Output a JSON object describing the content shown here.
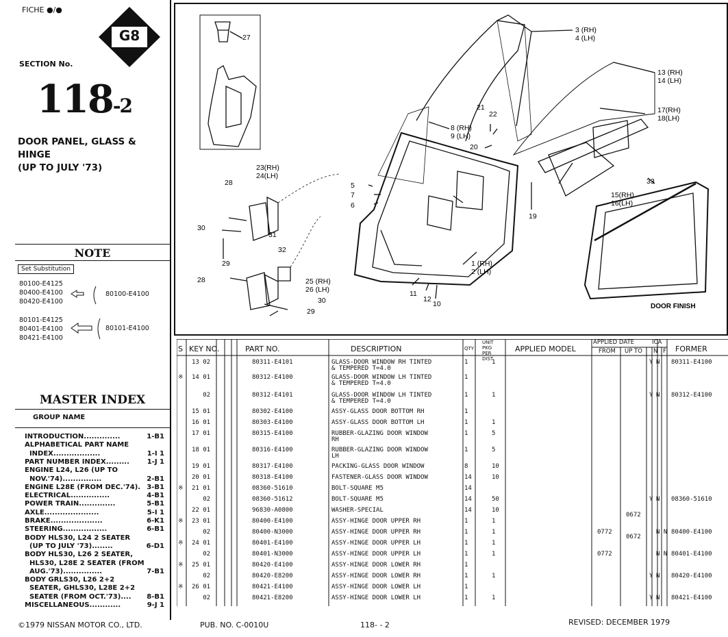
{
  "header": {
    "fiche": "FICHE ●/●",
    "badge": "G8",
    "section_label": "SECTION No.",
    "section_number": "118",
    "section_suffix": "-2",
    "title_lines": [
      "DOOR PANEL, GLASS &",
      "HINGE",
      "(UP TO JULY '73)"
    ]
  },
  "note": {
    "title": "NOTE",
    "set_substitution": "Set Substitution",
    "group1": [
      "80100-E4125",
      "80400-E4100",
      "80420-E4100"
    ],
    "group1_target": "80100-E4100",
    "group2": [
      "80101-E4125",
      "80401-E4100",
      "80421-E4100"
    ],
    "group2_target": "80101-E4100"
  },
  "master_index": {
    "title": "MASTER INDEX",
    "group_name": "GROUP NAME",
    "items": [
      {
        "label": "INTRODUCTION..............",
        "page": "1-B1"
      },
      {
        "label": "ALPHABETICAL PART NAME",
        "page": ""
      },
      {
        "label": "  INDEX..................",
        "page": "1-I 1"
      },
      {
        "label": "PART NUMBER INDEX.........",
        "page": "1-J 1"
      },
      {
        "label": "ENGINE L24, L26 (UP TO",
        "page": ""
      },
      {
        "label": "  NOV.'74)...............",
        "page": "2-B1"
      },
      {
        "label": "ENGINE L28E (FROM DEC.'74).",
        "page": "3-B1"
      },
      {
        "label": "ELECTRICAL...............",
        "page": "4-B1"
      },
      {
        "label": "POWER TRAIN..............",
        "page": "5-B1"
      },
      {
        "label": "AXLE.....................",
        "page": "5-I 1"
      },
      {
        "label": "BRAKE....................",
        "page": "6-K1"
      },
      {
        "label": "STEERING.................",
        "page": "6-B1"
      },
      {
        "label": "BODY HLS30, L24 2 SEATER",
        "page": ""
      },
      {
        "label": "  (UP TO JULY '73)........",
        "page": "6-D1"
      },
      {
        "label": "BODY HLS30, L26 2 SEATER,",
        "page": ""
      },
      {
        "label": "  HLS30, L28E 2 SEATER (FROM",
        "page": ""
      },
      {
        "label": "  AUG.'73)...............",
        "page": "7-B1"
      },
      {
        "label": "BODY GRLS30, L26 2+2",
        "page": ""
      },
      {
        "label": "  SEATER, GHLS30, L28E 2+2",
        "page": ""
      },
      {
        "label": "  SEATER (FROM OCT.'73)....",
        "page": "8-B1"
      },
      {
        "label": "MISCELLANEOUS............",
        "page": "9-J 1"
      }
    ]
  },
  "diagram": {
    "callouts": [
      "27",
      "3 (RH)",
      "4 (LH)",
      "13 (RH)",
      "14 (LH)",
      "21",
      "22",
      "17(RH)",
      "18(LH)",
      "8 (RH)",
      "9 (LH)",
      "20",
      "23(RH)",
      "24(LH)",
      "28",
      "5",
      "7",
      "6",
      "19",
      "15(RH)",
      "16(LH)",
      "33",
      "30",
      "31",
      "29",
      "32",
      "1 (RH)",
      "2 (LH)",
      "28",
      "25 (RH)",
      "26 (LH)",
      "30",
      "29",
      "11",
      "12",
      "10"
    ],
    "door_finish": "DOOR FINISH"
  },
  "table": {
    "headers": {
      "s": "S",
      "key_no": "KEY NO.",
      "part_no": "PART  NO.",
      "description": "DESCRIPTION",
      "qty": "QTY",
      "unit_pkg": "UNIT PKG",
      "per_dist": "PER DIST",
      "applied_model": "APPLIED MODEL",
      "applied_date": "APPLIED DATE",
      "from": "FROM",
      "up_to": "UP TO",
      "ica": "ICA",
      "n": "N",
      "f": "F",
      "former": "FORMER"
    },
    "rows": [
      {
        "s": "",
        "key": "13 02",
        "part": "80311-E4101",
        "desc": "GLASS-DOOR WINDOW RH TINTED\n& TEMPERED T=4.0",
        "qty": "1",
        "unit": "1",
        "from": "",
        "upto": "",
        "y": "Y",
        "n": "N",
        "former": "80311-E4100"
      },
      {
        "s": "※",
        "key": "14 01",
        "part": "80312-E4100",
        "desc": "GLASS-DOOR WINDOW LH TINTED\n& TEMPERED T=4.0",
        "qty": "1",
        "unit": "",
        "from": "",
        "upto": "",
        "y": "",
        "n": "",
        "former": ""
      },
      {
        "s": "",
        "key": "   02",
        "part": "80312-E4101",
        "desc": "GLASS-DOOR WINDOW LH TINTED\n& TEMPERED T=4.0",
        "qty": "1",
        "unit": "1",
        "from": "",
        "upto": "",
        "y": "Y",
        "n": "N",
        "former": "80312-E4100"
      },
      {
        "s": "",
        "key": "15 01",
        "part": "80302-E4100",
        "desc": "ASSY-GLASS DOOR BOTTOM RH",
        "qty": "1",
        "unit": "",
        "from": "",
        "upto": "",
        "y": "",
        "n": "",
        "former": ""
      },
      {
        "s": "",
        "key": "16 01",
        "part": "80303-E4100",
        "desc": "ASSY-GLASS DOOR BOTTOM LH",
        "qty": "1",
        "unit": "1",
        "from": "",
        "upto": "",
        "y": "",
        "n": "",
        "former": ""
      },
      {
        "s": "",
        "key": "17 01",
        "part": "80315-E4100",
        "desc": "RUBBER-GLAZING DOOR WINDOW\nRH",
        "qty": "1",
        "unit": "5",
        "from": "",
        "upto": "",
        "y": "",
        "n": "",
        "former": ""
      },
      {
        "s": "",
        "key": "18 01",
        "part": "80316-E4100",
        "desc": "RUBBER-GLAZING DOOR WINDOW\nLH",
        "qty": "1",
        "unit": "5",
        "from": "",
        "upto": "",
        "y": "",
        "n": "",
        "former": ""
      },
      {
        "s": "",
        "key": "19 01",
        "part": "80317-E4100",
        "desc": "PACKING-GLASS DOOR WINDOW",
        "qty": "8",
        "unit": "10",
        "from": "",
        "upto": "",
        "y": "",
        "n": "",
        "former": ""
      },
      {
        "s": "",
        "key": "20 01",
        "part": "80318-E4100",
        "desc": "FASTENER-GLASS DOOR WINDOW",
        "qty": "14",
        "unit": "10",
        "from": "",
        "upto": "",
        "y": "",
        "n": "",
        "former": ""
      },
      {
        "s": "※",
        "key": "21 01",
        "part": "08360-51610",
        "desc": "BOLT-SQUARE M5",
        "qty": "14",
        "unit": "",
        "from": "",
        "upto": "",
        "y": "",
        "n": "",
        "former": ""
      },
      {
        "s": "",
        "key": "   02",
        "part": "08360-51612",
        "desc": "BOLT-SQUARE M5",
        "qty": "14",
        "unit": "50",
        "from": "",
        "upto": "",
        "y": "Y",
        "n": "N",
        "former": "08360-51610"
      },
      {
        "s": "",
        "key": "22 01",
        "part": "96830-A0800",
        "desc": "WASHER-SPECIAL",
        "qty": "14",
        "unit": "10",
        "from": "",
        "upto": "",
        "y": "",
        "n": "",
        "former": ""
      },
      {
        "s": "※",
        "key": "23 01",
        "part": "80400-E4100",
        "desc": "ASSY-HINGE DOOR UPPER RH",
        "qty": "1",
        "unit": "1",
        "from": "",
        "upto": "0672",
        "y": "",
        "n": "",
        "former": ""
      },
      {
        "s": "",
        "key": "   02",
        "part": "80400-N3000",
        "desc": "ASSY-HINGE DOOR UPPER RH",
        "qty": "1",
        "unit": "1",
        "from": "0772",
        "upto": "",
        "y": "",
        "n": "N N",
        "former": "80400-E4100"
      },
      {
        "s": "※",
        "key": "24 01",
        "part": "80401-E4100",
        "desc": "ASSY-HINGE DOOR UPPER LH",
        "qty": "1",
        "unit": "1",
        "from": "",
        "upto": "0672",
        "y": "",
        "n": "",
        "former": ""
      },
      {
        "s": "",
        "key": "   02",
        "part": "80401-N3000",
        "desc": "ASSY-HINGE DOOR UPPER LH",
        "qty": "1",
        "unit": "1",
        "from": "0772",
        "upto": "",
        "y": "",
        "n": "N N",
        "former": "80401-E4100"
      },
      {
        "s": "※",
        "key": "25 01",
        "part": "80420-E4100",
        "desc": "ASSY-HINGE DOOR LOWER RH",
        "qty": "1",
        "unit": "",
        "from": "",
        "upto": "",
        "y": "",
        "n": "",
        "former": ""
      },
      {
        "s": "",
        "key": "   02",
        "part": "80420-E8200",
        "desc": "ASSY-HINGE DOOR LOWER RH",
        "qty": "1",
        "unit": "1",
        "from": "",
        "upto": "",
        "y": "Y",
        "n": "N",
        "former": "80420-E4100"
      },
      {
        "s": "※",
        "key": "26 01",
        "part": "80421-E4100",
        "desc": "ASSY-HINGE DOOR LOWER LH",
        "qty": "1",
        "unit": "",
        "from": "",
        "upto": "",
        "y": "",
        "n": "",
        "former": ""
      },
      {
        "s": "",
        "key": "   02",
        "part": "80421-E8200",
        "desc": "ASSY-HINGE DOOR LOWER LH",
        "qty": "1",
        "unit": "1",
        "from": "",
        "upto": "",
        "y": "Y",
        "n": "N",
        "former": "80421-E4100"
      }
    ]
  },
  "footer": {
    "copyright": "©1979 NISSAN MOTOR CO., LTD.",
    "pub": "PUB. NO. C-0010U",
    "page": "118- - 2",
    "revised": "REVISED: DECEMBER 1979"
  }
}
